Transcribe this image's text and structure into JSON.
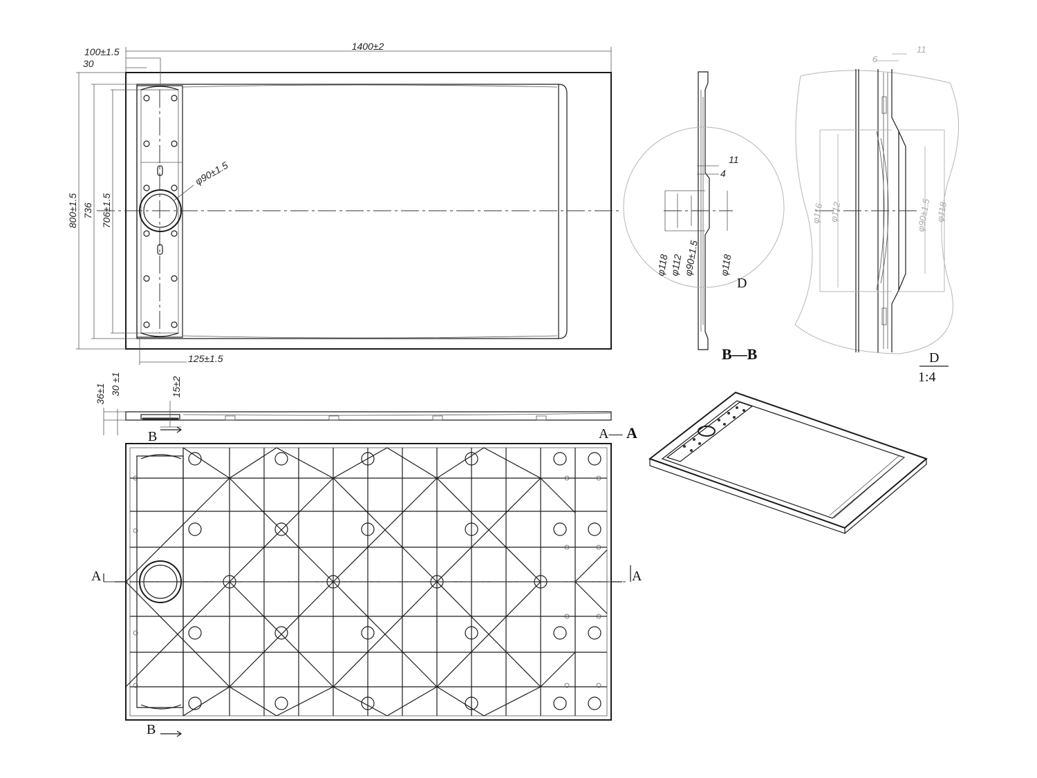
{
  "top_view": {
    "overall_length": "1400±2",
    "rim_offset": "100±1.5",
    "edge_offset": "30",
    "overall_width": "800±1.5",
    "inner_width_a": "736",
    "inner_width_b": "706±1.5",
    "drain_diameter": "φ90±1.5",
    "drain_offset": "125±1.5"
  },
  "side_view": {
    "height_total": "36±1",
    "height_rim": "30 ±1",
    "slope_depth": "15±2",
    "section_label": "A—",
    "section_label_bold": "A",
    "cut_b_top": "B"
  },
  "bottom_view": {
    "section_a_left": "A",
    "section_a_right": "A",
    "cut_b_bottom": "B"
  },
  "section_bb": {
    "dim_11": "11",
    "dim_4": "4",
    "d118_left": "φ118",
    "d112": "φ112",
    "d90": "φ90±1.5",
    "d118_right": "φ118",
    "detail_label": "D",
    "title": "B—B"
  },
  "detail_d": {
    "dim_6": "6",
    "dim_11": "11",
    "d116": "φ116",
    "d112": "φ112",
    "d90": "φ90±1.5",
    "d118": "φ118",
    "label": "D",
    "scale": "1:4"
  }
}
